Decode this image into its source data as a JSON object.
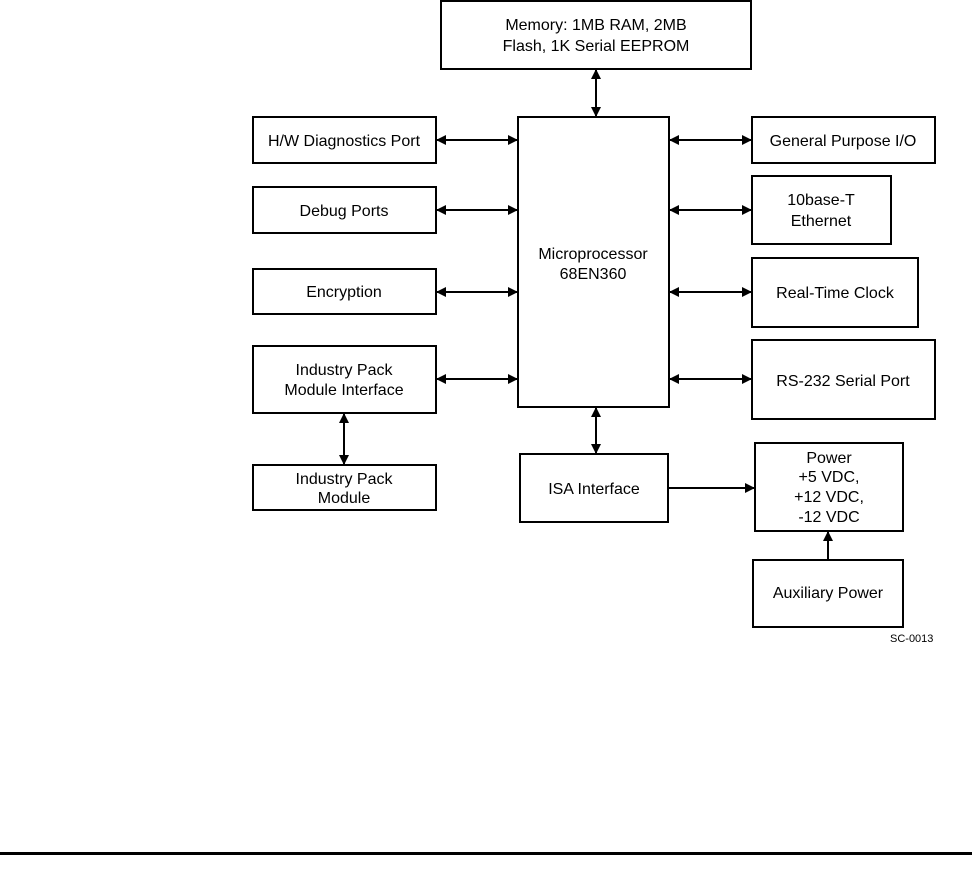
{
  "diagram": {
    "figure_id": "SC-0013",
    "colors": {
      "line": "#000000",
      "fill": "#ffffff"
    },
    "blocks": {
      "memory": [
        "Memory: 1MB RAM, 2MB",
        "Flash, 1K Serial EEPROM"
      ],
      "hw_diag": [
        "H/W Diagnostics Port"
      ],
      "debug": [
        "Debug Ports"
      ],
      "encryption": [
        "Encryption"
      ],
      "ip_interface": [
        "Industry Pack",
        "Module Interface"
      ],
      "ip_module": [
        "Industry Pack",
        "Module"
      ],
      "cpu": [
        "Microprocessor",
        "68EN360"
      ],
      "gpio": [
        "General Purpose I/O"
      ],
      "ethernet": [
        "10base-T",
        "Ethernet"
      ],
      "rtc": [
        "Real-Time Clock"
      ],
      "rs232": [
        "RS-232 Serial Port"
      ],
      "isa": [
        "ISA Interface"
      ],
      "power": [
        "Power",
        "+5 VDC,",
        "+12 VDC,",
        "-12 VDC"
      ],
      "aux_power": [
        "Auxiliary Power"
      ]
    }
  }
}
